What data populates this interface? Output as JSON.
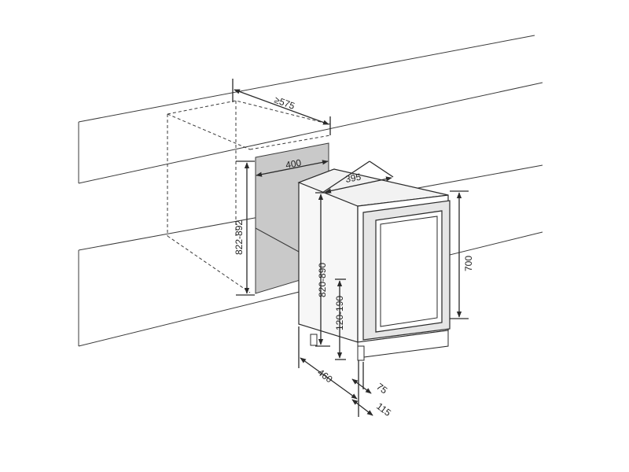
{
  "dimensions": {
    "niche_depth": "≥575",
    "niche_width": "400",
    "niche_height": "822-892",
    "unit_width": "395",
    "unit_height": "820-890",
    "door_height": "700",
    "plinth_height": "120-190",
    "unit_depth": "460",
    "recess_75": "75",
    "recess_115": "115"
  },
  "colors": {
    "line": "#3a3a3a",
    "niche_fill": "#c9c9c9",
    "unit_side": "#f4f4f4",
    "door_frame": "#e6e6e6"
  }
}
